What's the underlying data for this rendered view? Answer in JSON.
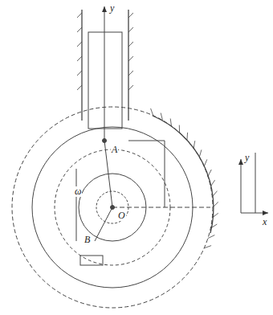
{
  "diagram": {
    "labels": [
      "y",
      "A",
      "B",
      "O",
      "ω",
      "y",
      "x"
    ]
  }
}
